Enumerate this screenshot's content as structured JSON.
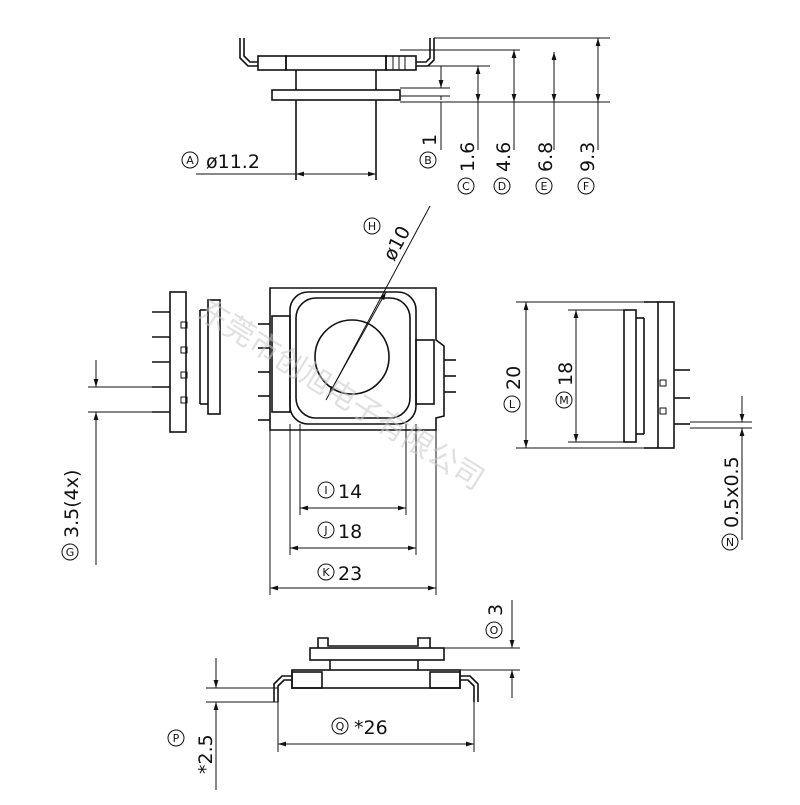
{
  "dimensions": {
    "A": {
      "letter": "A",
      "value": "ø11.2"
    },
    "B": {
      "letter": "B",
      "value": "1"
    },
    "C": {
      "letter": "C",
      "value": "1.6"
    },
    "D": {
      "letter": "D",
      "value": "4.6"
    },
    "E": {
      "letter": "E",
      "value": "6.8"
    },
    "F": {
      "letter": "F",
      "value": "9.3"
    },
    "G": {
      "letter": "G",
      "value": "3.5(4x)"
    },
    "H": {
      "letter": "H",
      "value": "ø10"
    },
    "I": {
      "letter": "I",
      "value": "14"
    },
    "J": {
      "letter": "J",
      "value": "18"
    },
    "K": {
      "letter": "K",
      "value": "23"
    },
    "L": {
      "letter": "L",
      "value": "20"
    },
    "M": {
      "letter": "M",
      "value": "18"
    },
    "N": {
      "letter": "N",
      "value": "0.5x0.5"
    },
    "O": {
      "letter": "O",
      "value": "3"
    },
    "P": {
      "letter": "P",
      "value": "*2.5"
    },
    "Q": {
      "letter": "Q",
      "value": "*26"
    }
  },
  "watermark": "东莞市创旭电子有限公司"
}
